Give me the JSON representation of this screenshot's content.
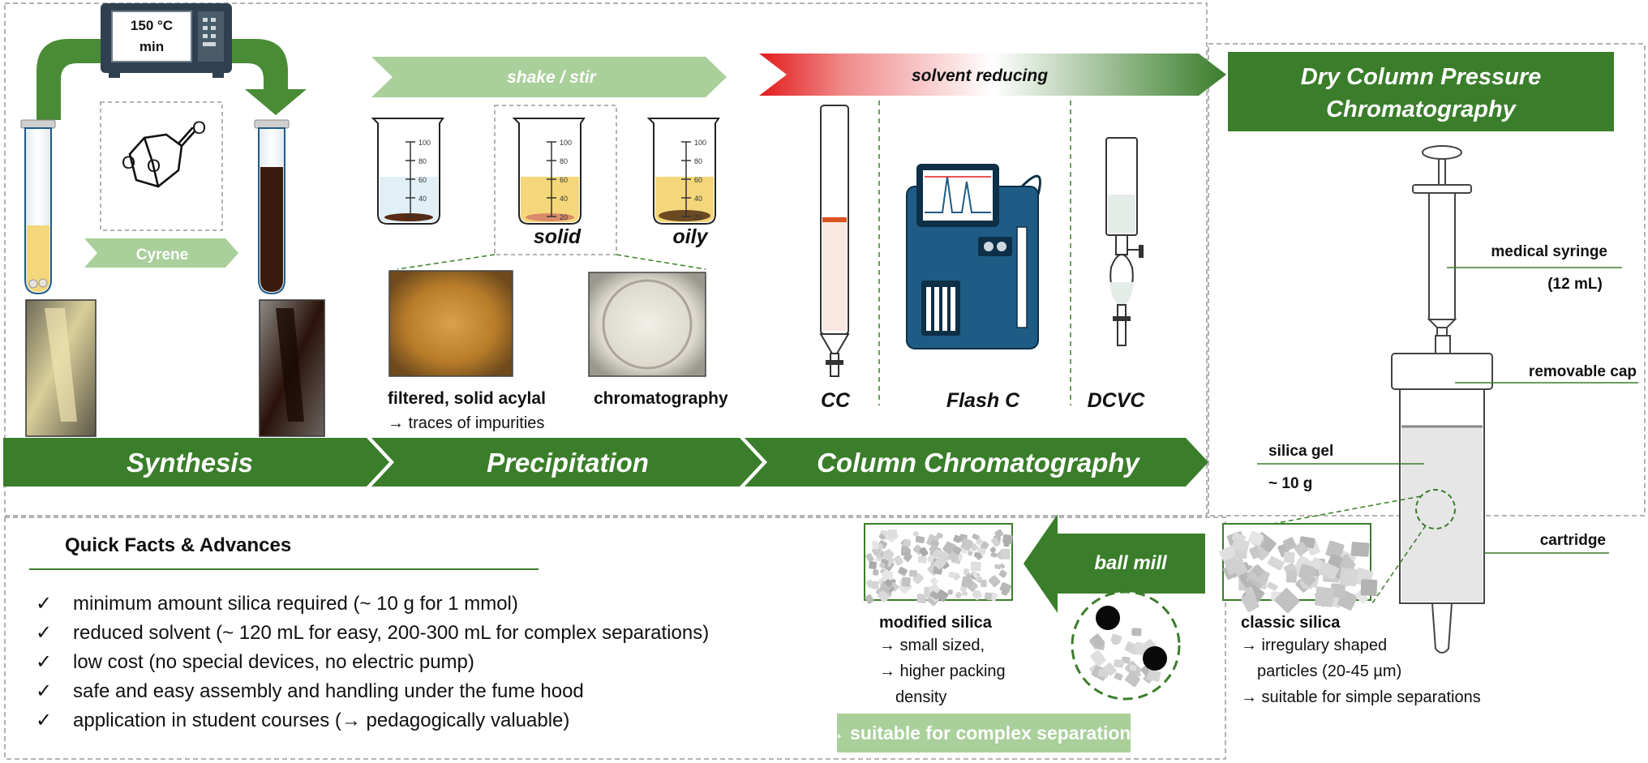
{
  "colors": {
    "dark_green": "#3a7d2a",
    "light_green": "#a9cf9a",
    "mid_green": "#5f9a4f",
    "solvent_red": "#e21b1b",
    "yellow_liquid": "#f4d77a",
    "dark_brown": "#3b1a0e",
    "column_blue": "#1f5c85"
  },
  "synthesis": {
    "microwave_line1": "150 °C",
    "microwave_line2": "min",
    "cyrene_label": "Cyrene"
  },
  "precipitation": {
    "shake_label": "shake / stir",
    "solid_label": "solid",
    "oily_label": "oily",
    "beaker_ticks": [
      "100",
      "80",
      "60",
      "40",
      "20"
    ],
    "filtered_title": "filtered, solid acylal",
    "filtered_sub": "→ traces of impurities",
    "chromatography_label": "chromatography"
  },
  "column": {
    "solvent_label": "solvent reducing",
    "cc_label": "CC",
    "flash_label": "Flash C",
    "dcvc_label": "DCVC"
  },
  "banner": {
    "synthesis": "Synthesis",
    "precipitation": "Precipitation",
    "column_chromatography": "Column Chromatography"
  },
  "dcpc": {
    "title_line1": "Dry Column Pressure",
    "title_line2": "Chromatography",
    "syringe_label1": "medical syringe",
    "syringe_label2": "(12 mL)",
    "cap_label": "removable cap",
    "silica_label1": "silica gel",
    "silica_label2": "~ 10 g",
    "cartridge_label": "cartridge"
  },
  "silica": {
    "ball_mill_label": "ball mill",
    "modified_title": "modified silica",
    "modified_lines": [
      "→ small sized,",
      "→ higher packing",
      "density"
    ],
    "classic_title": "classic silica",
    "classic_lines": [
      "→ irregulary shaped",
      "particles (20-45 µm)",
      "→ suitable for simple separations"
    ],
    "complex_label": "→ suitable for complex separations"
  },
  "facts": {
    "title": "Quick Facts & Advances",
    "items": [
      "minimum amount silica required (~ 10 g for 1 mmol)",
      "reduced solvent (~ 120 mL for easy, 200-300 mL for complex separations)",
      "low cost (no special devices, no electric pump)",
      "safe and easy assembly and handling under the fume hood",
      "application in student courses (→ pedagogically valuable)"
    ],
    "check": "✓"
  }
}
